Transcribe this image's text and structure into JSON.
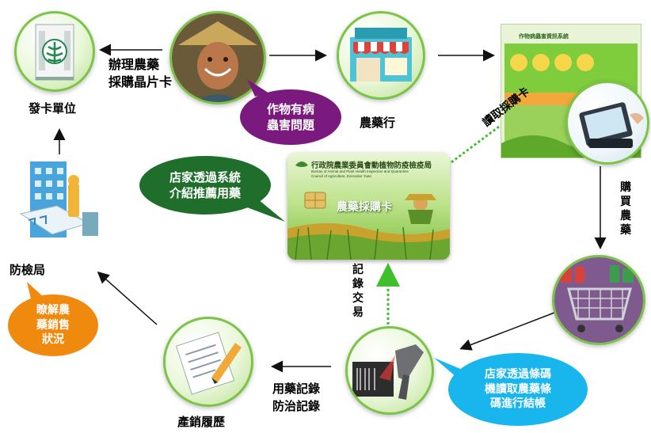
{
  "nodes": {
    "issuer": "發卡單位",
    "store": "農藥行",
    "bsmi": "防檢局",
    "history": "產銷履歷"
  },
  "edges": {
    "apply_card": "辦理農藥\n採購晶片卡",
    "read_card": "讀取採購卡",
    "buy": "購買農藥",
    "record_tx": "記錄交易",
    "records": "用藥記錄\n防治記錄"
  },
  "bubbles": {
    "farmer_problem": "作物有病\n蟲害問題",
    "store_recommend": "店家透過系統\n介紹推薦用藥",
    "barcode_checkout": "店家透過條碼\n機讀取農藥條\n碼進行結帳",
    "understand_sales": "瞭解農\n藥銷售\n狀況"
  },
  "card": {
    "agency": "行政院農業委員會動植物防疫檢疫局",
    "agency_en": "Bureau of Animal and Plant Health Inspection and Quarantine\nCouncil of Agriculture, Executive Yuan",
    "title": "農藥採購卡"
  },
  "screen": {
    "title": "作物病蟲害資訊系統"
  },
  "colors": {
    "purple_bubble": "#7a1a7e",
    "green_bubble": "#1f6e2c",
    "cyan_bubble": "#19b6ee",
    "orange_bubble": "#f08a0f",
    "dotted_green": "#3fbf2c"
  }
}
